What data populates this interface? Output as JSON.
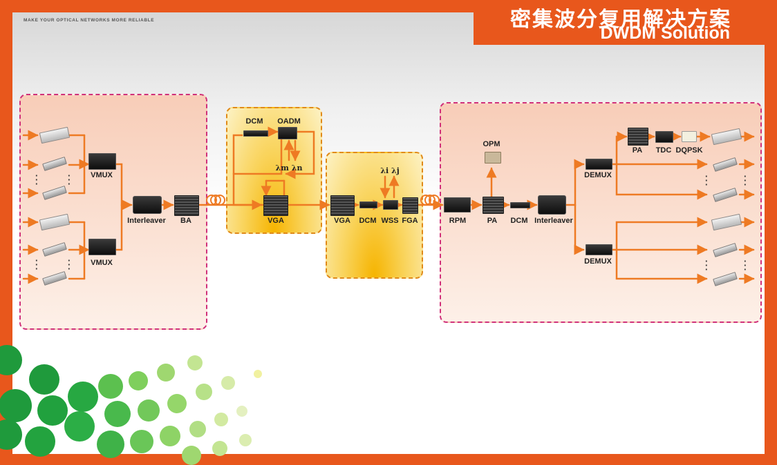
{
  "header": {
    "tagline": "MAKE YOUR OPTICAL NETWORKS MORE RELIABLE",
    "title_cn": "密集波分复用解决方案",
    "title_en": "DWDM Solution"
  },
  "labels": {
    "vmux": "VMUX",
    "interleaver": "Interleaver",
    "ba": "BA",
    "dcm": "DCM",
    "oadm": "OADM",
    "lambda_mn": "λm λn",
    "vga": "VGA",
    "lambda_ij": "λi λj",
    "wss": "WSS",
    "fga": "FGA",
    "opm": "OPM",
    "rpm": "RPM",
    "pa": "PA",
    "demux": "DEMUX",
    "tdc": "TDC",
    "dqpsk": "DQPSK"
  },
  "colors": {
    "frame": "#e8571c",
    "arrow": "#ee7a23",
    "zone_border": "#d0307a",
    "yellow_border": "#e08a18"
  }
}
